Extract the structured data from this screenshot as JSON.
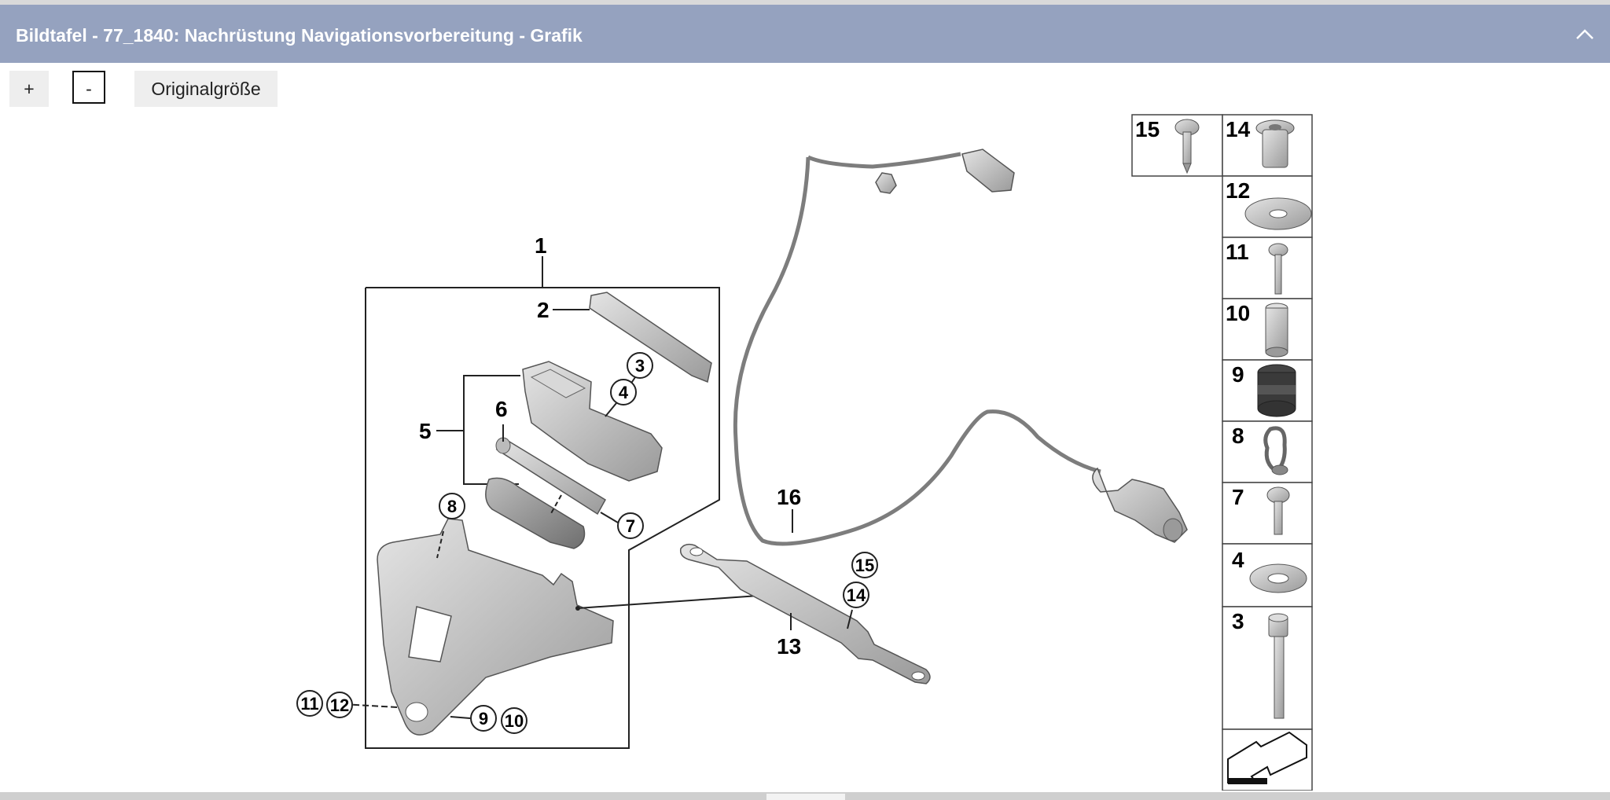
{
  "header": {
    "title": "Bildtafel - 77_1840: Nachrüstung Navigationsvorbereitung - Grafik"
  },
  "toolbar": {
    "zoom_in_label": "+",
    "zoom_out_label": "-",
    "original_size_label": "Originalgröße"
  },
  "diagram": {
    "callouts": {
      "c1": "1",
      "c2": "2",
      "c3": "3",
      "c4": "4",
      "c5": "5",
      "c6": "6",
      "c7": "7",
      "c8": "8",
      "c9": "9",
      "c10": "10",
      "c11": "11",
      "c12": "12",
      "c13": "13",
      "c14": "14",
      "c15": "15",
      "c16": "16"
    },
    "legend": {
      "p15": "15",
      "p14": "14",
      "p12": "12",
      "p11": "11",
      "p10": "10",
      "p9": "9",
      "p8": "8",
      "p7": "7",
      "p4": "4",
      "p3": "3"
    }
  }
}
